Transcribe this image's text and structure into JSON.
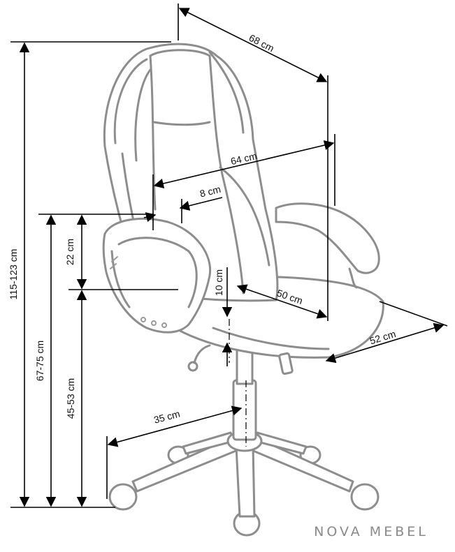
{
  "brand": "NOVA MEBEL",
  "dimensions": {
    "depth_overall": "68 cm",
    "width_overall": "64 cm",
    "armrest_width": "8 cm",
    "armrest_height_above_seat": "22 cm",
    "seat_thickness": "10 cm",
    "seat_depth": "50 cm",
    "seat_width": "52 cm",
    "base_radius": "35 cm",
    "total_height": "115-123 cm",
    "armrest_height": "67-75 cm",
    "seat_height": "45-53 cm"
  },
  "colors": {
    "chair_outline": "#8d8d8d",
    "dimension_lines": "#000000",
    "brand_text": "#8a8a8a"
  }
}
